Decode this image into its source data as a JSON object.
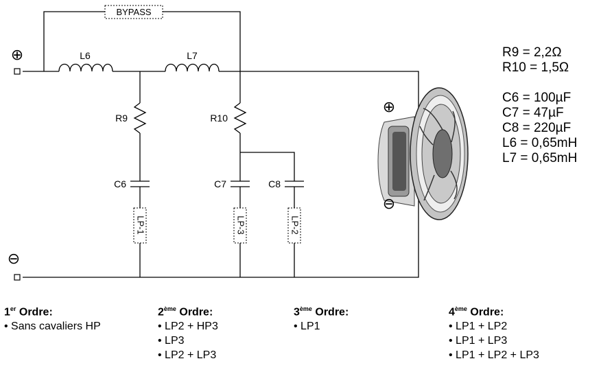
{
  "diagram": {
    "components": {
      "L6": "L6",
      "L7": "L7",
      "R9": "R9",
      "R10": "R10",
      "C6": "C6",
      "C7": "C7",
      "C8": "C8"
    },
    "jumpers": {
      "bypass": "BYPASS",
      "lp1": "LP-1",
      "lp3": "LP-3",
      "lp2": "LP-2"
    },
    "terminals": {
      "plus": "⊕",
      "minus": "⊖"
    },
    "speaker_terminals": {
      "plus": "⊕",
      "minus": "⊖"
    }
  },
  "values": {
    "r9": "R9 = 2,2Ω",
    "r10": "R10 = 1,5Ω",
    "c6": "C6 = 100µF",
    "c7": "C7 = 47µF",
    "c8": "C8 = 220µF",
    "l6": "L6 = 0,65mH",
    "l7": "L7 = 0,65mH"
  },
  "orders": [
    {
      "num": "1",
      "sup": "er",
      "label": " Ordre:",
      "items": [
        "Sans cavaliers HP"
      ]
    },
    {
      "num": "2",
      "sup": "ème",
      "label": " Ordre:",
      "items": [
        "LP2 + HP3",
        "LP3",
        "LP2 + LP3"
      ]
    },
    {
      "num": "3",
      "sup": "ème",
      "label": " Ordre:",
      "items": [
        "LP1"
      ]
    },
    {
      "num": "4",
      "sup": "ème",
      "label": " Ordre:",
      "items": [
        "LP1 + LP2",
        "LP1 + LP3",
        "LP1 + LP2 + LP3"
      ]
    }
  ]
}
